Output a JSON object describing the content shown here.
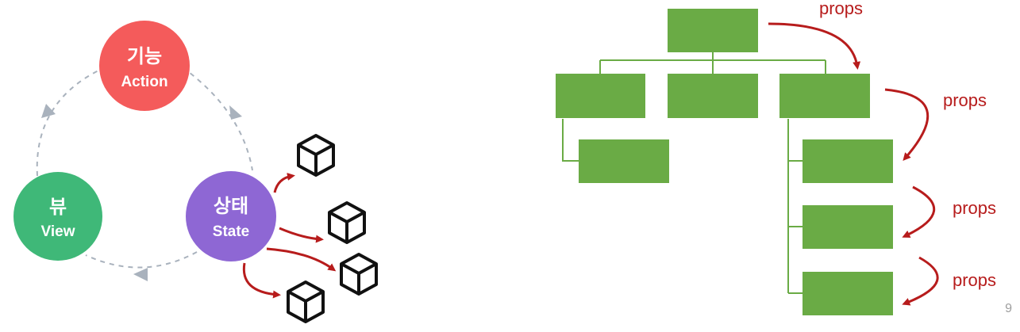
{
  "cycle": {
    "action": {
      "title": "기능",
      "subtitle": "Action",
      "color": "#f45b5b"
    },
    "view": {
      "title": "뷰",
      "subtitle": "View",
      "color": "#3fb878"
    },
    "state": {
      "title": "상태",
      "subtitle": "State",
      "color": "#8e67d4"
    },
    "arc_color": "#a9b2bd"
  },
  "tree": {
    "box_color": "#6aab45",
    "line_color": "#6aab45",
    "arrow_color": "#b71c1c",
    "props_labels": [
      "props",
      "props",
      "props",
      "props"
    ]
  },
  "page_number": "9"
}
